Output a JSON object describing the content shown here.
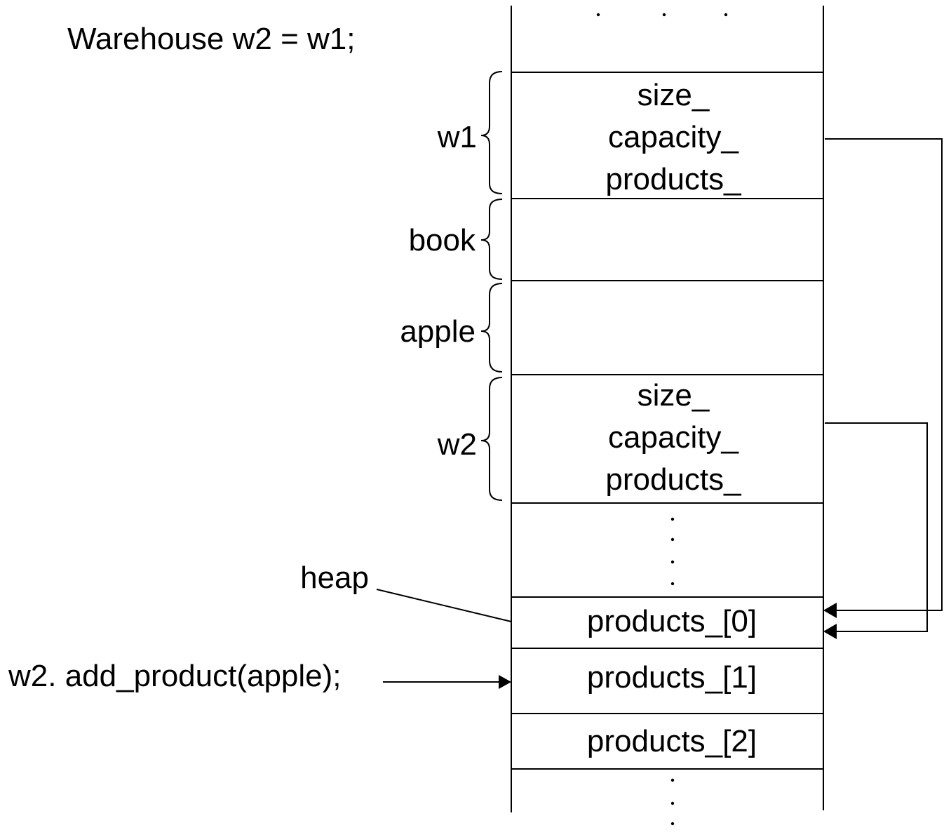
{
  "code": {
    "assignment": "Warehouse w2 = w1;",
    "call": "w2. add_product(apple);"
  },
  "labels": {
    "heap": "heap"
  },
  "stack_groups": [
    {
      "name": "w1",
      "fields": [
        "size_",
        "capacity_",
        "products_"
      ]
    },
    {
      "name": "book",
      "fields": []
    },
    {
      "name": "apple",
      "fields": []
    },
    {
      "name": "w2",
      "fields": [
        "size_",
        "capacity_",
        "products_"
      ]
    }
  ],
  "heap_cells": [
    "products_[0]",
    "products_[1]",
    "products_[2]"
  ],
  "pointers": [
    {
      "from": "w1.products_",
      "to": "products_[0]"
    },
    {
      "from": "w2.products_",
      "to": "products_[0]"
    }
  ],
  "ellipsis": "..."
}
